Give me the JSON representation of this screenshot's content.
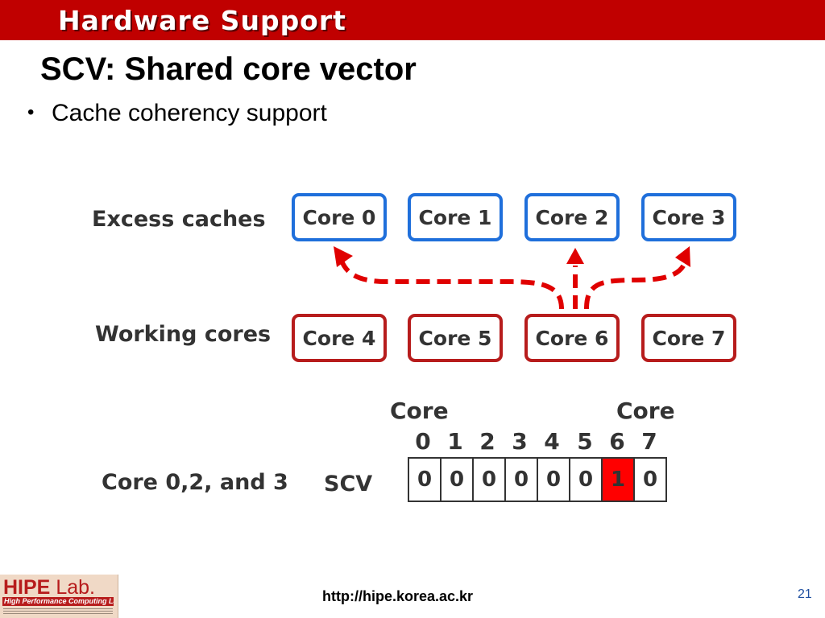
{
  "header": {
    "title": "Hardware Support"
  },
  "slide": {
    "title": "SCV: Shared core vector",
    "bullet": "Cache coherency support"
  },
  "diagram": {
    "excess_label": "Excess caches",
    "working_label": "Working cores",
    "excess_cores": [
      "Core 0",
      "Core 1",
      "Core 2",
      "Core 3"
    ],
    "working_cores": [
      "Core 4",
      "Core 5",
      "Core 6",
      "Core 7"
    ],
    "colors": {
      "excess_border": "#1f6fdb",
      "working_border": "#b71c1c",
      "arrow": "#e00000",
      "set_bit": "#ff0000"
    }
  },
  "scv": {
    "header_left": "Core",
    "header_right": "Core",
    "indices": [
      "0",
      "1",
      "2",
      "3",
      "4",
      "5",
      "6",
      "7"
    ],
    "bits": [
      "0",
      "0",
      "0",
      "0",
      "0",
      "0",
      "1",
      "0"
    ],
    "row_label": "Core 0,2, and 3",
    "vector_label": "SCV"
  },
  "footer": {
    "logo_name": "HIPE",
    "logo_lab": "Lab.",
    "logo_subtitle": "High Performance Computing Lab",
    "url": "http://hipe.korea.ac.kr",
    "page_number": "21"
  }
}
